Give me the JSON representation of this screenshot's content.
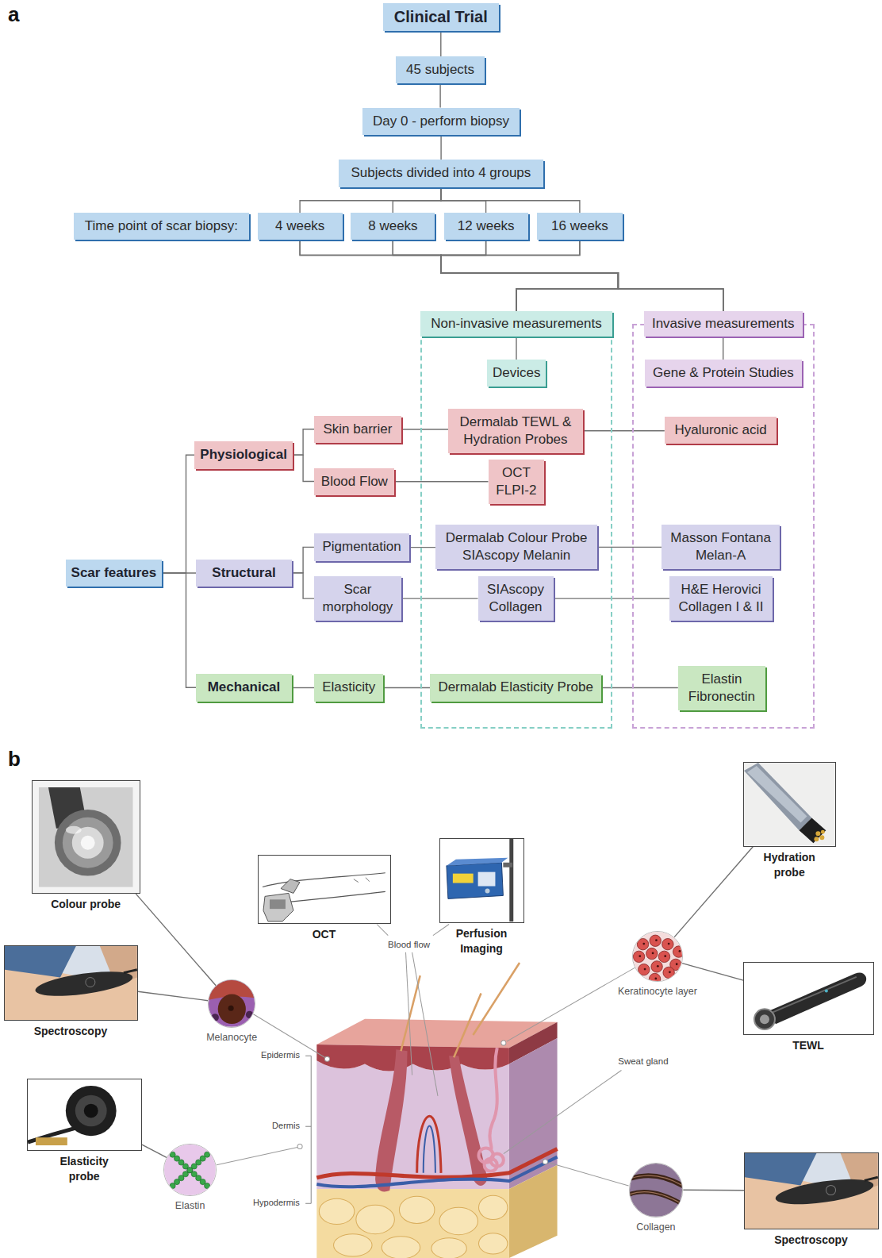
{
  "diagram": {
    "nodes": [
      {
        "text": [
          "Clinical Trial"
        ]
      },
      {
        "text": [
          "45 subjects"
        ]
      },
      {
        "text": [
          "Day 0 - perform biopsy"
        ]
      },
      {
        "text": [
          "Subjects divided into 4 groups"
        ]
      },
      {
        "text": [
          "Time point of scar biopsy:"
        ]
      },
      {
        "text": [
          "4 weeks"
        ]
      },
      {
        "text": [
          "8 weeks"
        ]
      },
      {
        "text": [
          "12 weeks"
        ]
      },
      {
        "text": [
          "16 weeks"
        ]
      },
      {
        "text": [
          "Non-invasive measurements"
        ]
      },
      {
        "text": [
          "Devices"
        ],
        "in": 9
      },
      {
        "text": [
          "Dermalab TEWL & Hydration Probes"
        ],
        "in": 9
      },
      {
        "text": [
          "OCT FLPI-2"
        ],
        "in": 9
      },
      {
        "text": [
          "Dermalab Colour Probe SIAscopy Melanin"
        ],
        "in": 9
      },
      {
        "text": [
          "SIAscopy Collagen"
        ],
        "in": 9
      },
      {
        "text": [
          "Dermalab Elasticity Probe"
        ],
        "in": 9
      },
      {
        "text": [
          "Invasive measurements"
        ]
      },
      {
        "text": [
          "Gene & Protein Studies"
        ],
        "in": 16
      },
      {
        "text": [
          "Hyaluronic acid"
        ],
        "in": 16
      },
      {
        "text": [
          "Masson Fontana Melan-A"
        ],
        "in": 16
      },
      {
        "text": [
          "H&E Herovici Collagen I & II"
        ],
        "in": 16
      },
      {
        "text": [
          "Elastin Fibronectin"
        ],
        "in": 16
      },
      {
        "text": [
          "Scar features"
        ]
      },
      {
        "text": [
          "Physiological"
        ]
      },
      {
        "text": [
          "Skin barrier"
        ]
      },
      {
        "text": [
          "Blood Flow"
        ]
      },
      {
        "text": [
          "Structural"
        ]
      },
      {
        "text": [
          "Pigmentation"
        ]
      },
      {
        "text": [
          "Scar morphology"
        ]
      },
      {
        "text": [
          "Mechanical"
        ]
      },
      {
        "text": [
          "Elasticity"
        ]
      },
      {
        "text": [
          "Colour probe"
        ]
      },
      {
        "text": [
          "OCT"
        ]
      },
      {
        "text": [
          "Perfusion Imaging"
        ]
      },
      {
        "text": [
          "Hydration probe"
        ]
      },
      {
        "text": [
          "Spectroscopy"
        ]
      },
      {
        "text": [
          "Melanocyte"
        ]
      },
      {
        "text": [
          "Keratinocyte layer"
        ]
      },
      {
        "text": [
          "TEWL"
        ]
      },
      {
        "text": [
          "Elasticity probe"
        ]
      },
      {
        "text": [
          "Elastin"
        ]
      },
      {
        "text": [
          "Collagen"
        ]
      },
      {
        "text": [
          "Spectroscopy"
        ]
      }
    ],
    "edges": [
      {
        "from": 0,
        "to": 1,
        "arrow": "none"
      },
      {
        "from": 1,
        "to": 2,
        "arrow": "none"
      },
      {
        "from": 2,
        "to": 3,
        "arrow": "none"
      },
      {
        "from": 3,
        "to": 5,
        "arrow": "none"
      },
      {
        "from": 3,
        "to": 6,
        "arrow": "none"
      },
      {
        "from": 3,
        "to": 7,
        "arrow": "none"
      },
      {
        "from": 3,
        "to": 8,
        "arrow": "none"
      },
      {
        "from": 5,
        "to": 9,
        "arrow": "none"
      },
      {
        "from": 5,
        "to": 16,
        "arrow": "none"
      },
      {
        "from": 6,
        "to": 9,
        "arrow": "none"
      },
      {
        "from": 6,
        "to": 16,
        "arrow": "none"
      },
      {
        "from": 7,
        "to": 9,
        "arrow": "none"
      },
      {
        "from": 7,
        "to": 16,
        "arrow": "none"
      },
      {
        "from": 8,
        "to": 9,
        "arrow": "none"
      },
      {
        "from": 8,
        "to": 16,
        "arrow": "none"
      },
      {
        "from": 9,
        "to": 10,
        "arrow": "none"
      },
      {
        "from": 16,
        "to": 17,
        "arrow": "none"
      },
      {
        "from": 22,
        "to": 23,
        "arrow": "none"
      },
      {
        "from": 22,
        "to": 26,
        "arrow": "none"
      },
      {
        "from": 22,
        "to": 29,
        "arrow": "none"
      },
      {
        "from": 23,
        "to": 24,
        "arrow": "none"
      },
      {
        "from": 23,
        "to": 25,
        "arrow": "none"
      },
      {
        "from": 26,
        "to": 27,
        "arrow": "none"
      },
      {
        "from": 26,
        "to": 28,
        "arrow": "none"
      },
      {
        "from": 29,
        "to": 30,
        "arrow": "none"
      },
      {
        "from": 24,
        "to": 11,
        "arrow": "none"
      },
      {
        "from": 11,
        "to": 18,
        "arrow": "none"
      },
      {
        "from": 25,
        "to": 12,
        "arrow": "none"
      },
      {
        "from": 27,
        "to": 13,
        "arrow": "none"
      },
      {
        "from": 13,
        "to": 19,
        "arrow": "none"
      },
      {
        "from": 28,
        "to": 14,
        "arrow": "none"
      },
      {
        "from": 14,
        "to": 20,
        "arrow": "none"
      },
      {
        "from": 30,
        "to": 15,
        "arrow": "none"
      },
      {
        "from": 15,
        "to": 21,
        "arrow": "none"
      },
      {
        "from": 31,
        "to": 36,
        "arrow": "none"
      },
      {
        "from": 35,
        "to": 36,
        "arrow": "none"
      },
      {
        "from": 34,
        "to": 37,
        "arrow": "none"
      },
      {
        "from": 38,
        "to": 37,
        "arrow": "none"
      },
      {
        "from": 39,
        "to": 40,
        "arrow": "none"
      },
      {
        "from": 42,
        "to": 41,
        "arrow": "none"
      }
    ],
    "labels": [
      "a",
      "b",
      "Blood flow",
      "Sweat gland",
      "Epidermis",
      "Dermis",
      "Hypodermis"
    ]
  }
}
